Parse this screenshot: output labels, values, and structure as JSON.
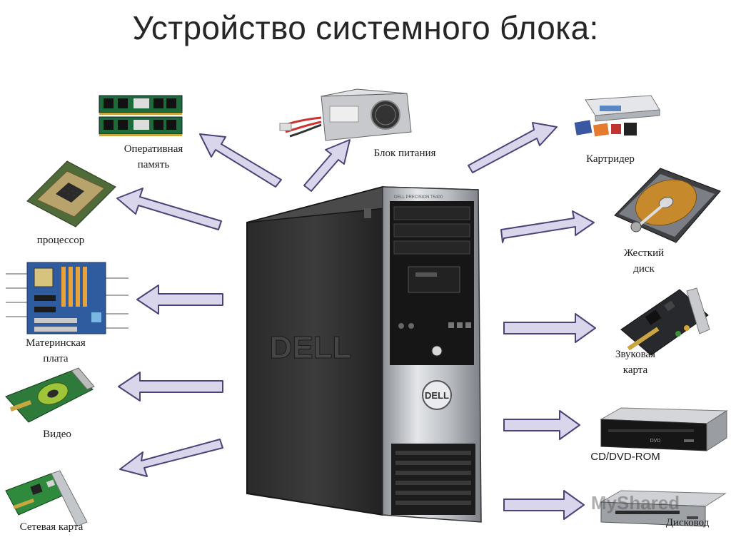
{
  "title": "Устройство системного блока:",
  "components": {
    "ram": "Оперативная\nпамять",
    "psu": "Блок питания",
    "cardreader": "Картридер",
    "cpu": "процессор",
    "hdd": "Жесткий\nдиск",
    "motherboard": "Материнская\nплата",
    "soundcard": "Звуковая\nкарта",
    "video": "Видео",
    "cdrom": "CD/DVD-ROM",
    "network": "Сетевая карта",
    "floppy": "Дисковод"
  },
  "case": {
    "brand": "DELL",
    "badge": "DELL",
    "model": "DELL PRECISION   T5400"
  },
  "watermark": "MyShared",
  "colors": {
    "arrow_fill": "#d9d5ea",
    "arrow_stroke": "#4a4579",
    "case_dark": "#2b2b2b",
    "case_silver": "#b8bcc2"
  }
}
